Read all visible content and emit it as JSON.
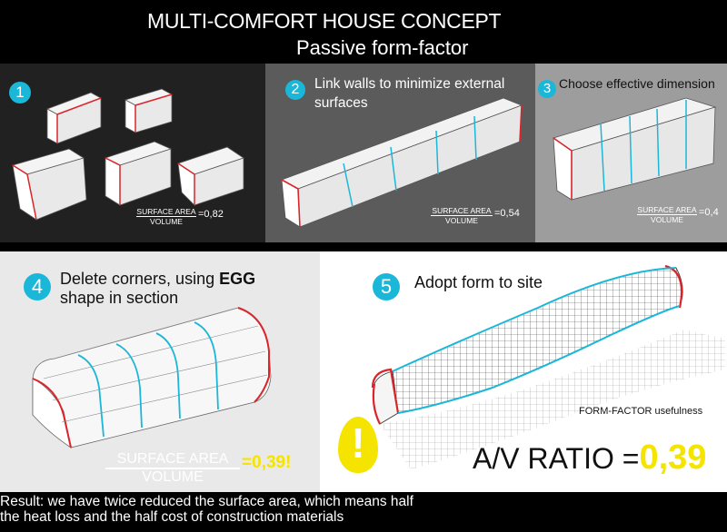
{
  "header": {
    "title": "MULTI-COMFORT HOUSE CONCEPT",
    "subtitle": "Passive form-factor"
  },
  "panels": [
    {
      "num": "1",
      "text": "",
      "frac_num": "SURFACE AREA",
      "frac_den": "VOLUME",
      "ratio": "=0,82"
    },
    {
      "num": "2",
      "text": "Link walls to minimize external surfaces",
      "frac_num": "SURFACE AREA",
      "frac_den": "VOLUME",
      "ratio": "=0,54"
    },
    {
      "num": "3",
      "text": "Choose effective dimension",
      "frac_num": "SURFACE AREA",
      "frac_den": "VOLUME",
      "ratio": "=0,4"
    },
    {
      "num": "4",
      "text_a": "Delete corners, using ",
      "text_bold": "EGG",
      "text_b": "shape in section",
      "frac_num": "SURFACE AREA",
      "frac_den": "VOLUME",
      "ratio": "=0,39!"
    },
    {
      "num": "5",
      "text": "Adopt form to site",
      "note": "FORM-FACTOR usefulness",
      "av_label": "A/V RATIO =",
      "av_value": "0,39",
      "warn": "!"
    }
  ],
  "footer": {
    "line1": "Result: we have twice reduced the surface area, which means half",
    "line2": "the heat loss and the half cost of construction materials"
  },
  "colors": {
    "accent": "#1bb7d9",
    "edge": "#d8262b",
    "highlight": "#f5e400"
  }
}
